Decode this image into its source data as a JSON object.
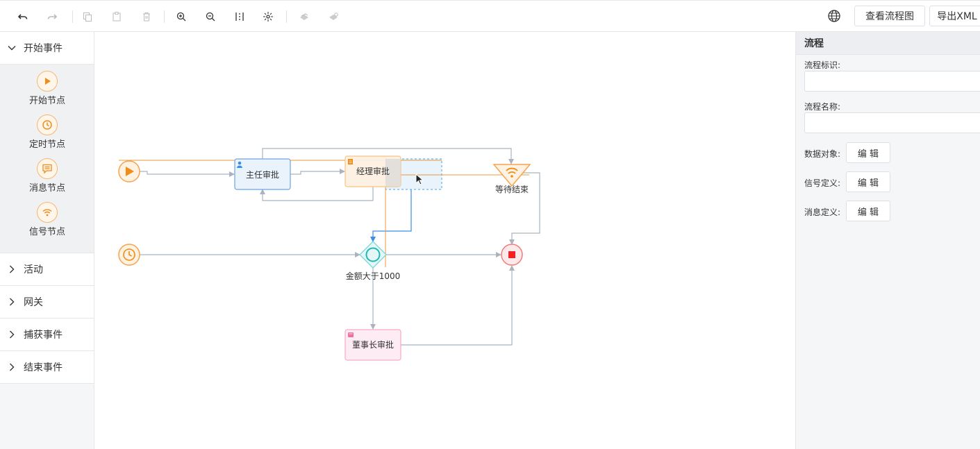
{
  "toolbar": {
    "tools": [
      {
        "name": "undo-icon",
        "enabled": true
      },
      {
        "name": "redo-icon",
        "enabled": false
      },
      {
        "name": "copy-icon",
        "enabled": false
      },
      {
        "name": "paste-icon",
        "enabled": false
      },
      {
        "name": "delete-icon",
        "enabled": false
      },
      {
        "name": "zoom-in-icon",
        "enabled": true
      },
      {
        "name": "zoom-out-icon",
        "enabled": true
      },
      {
        "name": "fit-icon",
        "enabled": true
      },
      {
        "name": "center-icon",
        "enabled": true
      },
      {
        "name": "deploy-icon",
        "enabled": false
      },
      {
        "name": "run-icon",
        "enabled": false
      }
    ],
    "language_icon": "globe-icon",
    "view_diagram_label": "查看流程图",
    "export_xml_label": "导出XML"
  },
  "palette": {
    "groups": [
      {
        "label": "开始事件",
        "expanded": true
      },
      {
        "label": "活动",
        "expanded": false
      },
      {
        "label": "网关",
        "expanded": false
      },
      {
        "label": "捕获事件",
        "expanded": false
      },
      {
        "label": "结束事件",
        "expanded": false
      }
    ],
    "start_items": [
      {
        "label": "开始节点",
        "icon": "play-icon"
      },
      {
        "label": "定时节点",
        "icon": "clock-icon"
      },
      {
        "label": "消息节点",
        "icon": "message-icon"
      },
      {
        "label": "信号节点",
        "icon": "signal-icon"
      }
    ]
  },
  "diagram": {
    "nodes": {
      "director_task": "主任审批",
      "manager_task": "经理审批",
      "wait_end": "等待结束",
      "gateway": "金额大于1000",
      "chairman_task": "董事长审批"
    }
  },
  "panel": {
    "title": "流程",
    "process_id_label": "流程标识:",
    "process_id_value": "",
    "process_name_label": "流程名称:",
    "process_name_value": "",
    "data_object_label": "数据对象:",
    "signal_def_label": "信号定义:",
    "message_def_label": "消息定义:",
    "edit_label": "编 辑"
  },
  "colors": {
    "orange": "#f08c1a",
    "blue_border": "#6fa5dc",
    "gateway": "#1fb8b8",
    "end_red": "#f12222",
    "pink": "#f26fa0"
  }
}
